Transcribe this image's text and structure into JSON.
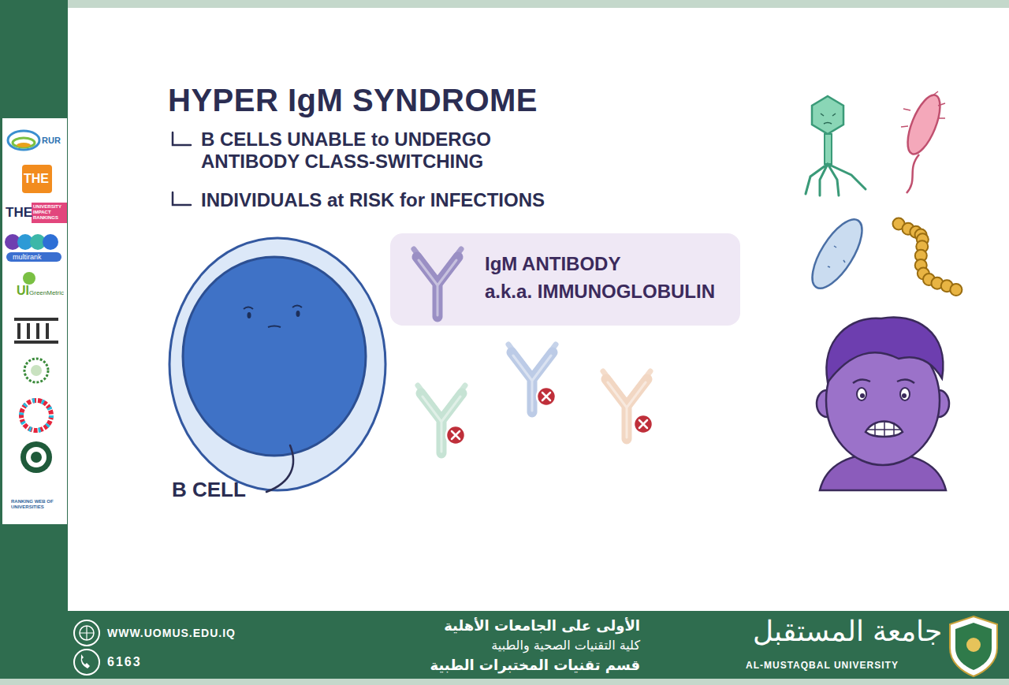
{
  "diagram": {
    "title": "HYPER IgM SYNDROME",
    "nodes": [
      {
        "text": [
          "IgM ANTIBODY",
          "a.k.a. IMMUNOGLOBULIN"
        ]
      }
    ],
    "labels": [
      "B CELLS UNABLE to UNDERGO ANTIBODY CLASS-SWITCHING",
      "INDIVIDUALS at RISK for INFECTIONS",
      "B CELL",
      "WWW.UOMUS.EDU.IQ",
      "6163",
      "الأولى على الجامعات الأهلية",
      "كلية التقنيات الصحية والطبية",
      "قسم تقنيات المختبرات الطبية",
      "جامعة المستقبل",
      "AL-MUSTAQBAL UNIVERSITY",
      "RUR",
      "THE",
      "THE",
      "UNIVERSITY IMPACT RANKINGS",
      "multirank",
      "UI",
      "GreenMetric",
      "RANKING WEB OF UNIVERSITIES"
    ]
  }
}
